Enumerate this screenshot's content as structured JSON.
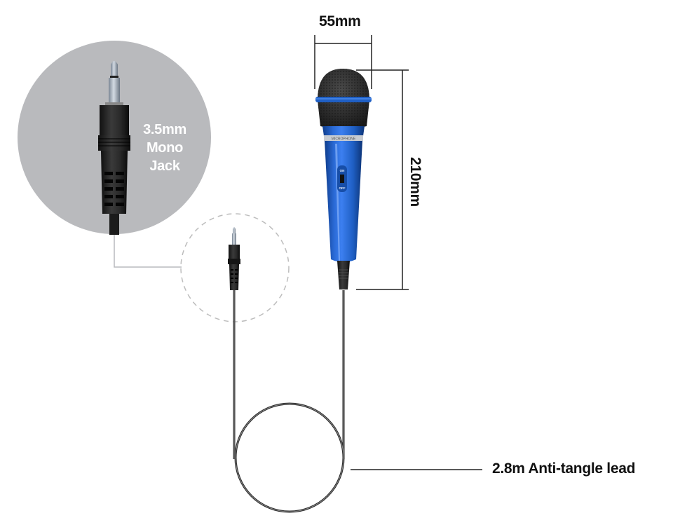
{
  "diagram": {
    "type": "product-dimension-diagram",
    "product": "handheld dynamic microphone with cable",
    "colors": {
      "background": "#ffffff",
      "mic_body": "#1f5fc4",
      "mic_body_dark": "#0f3d8c",
      "grille": "#2b2b2b",
      "callout_circle": "#b9babd",
      "dimension_lines": "#222222",
      "dashed_circle": "#bbbbbb",
      "jack_label_text": "#ffffff",
      "label_text": "#111111"
    },
    "dimensions": {
      "width": {
        "label": "55mm"
      },
      "height": {
        "label": "210mm"
      },
      "lead": {
        "label": "2.8m Anti-tangle lead"
      }
    },
    "callout": {
      "lines": [
        "3.5mm",
        "Mono",
        "Jack"
      ]
    },
    "mic": {
      "band_text": "MICROPHONE",
      "switch_on": "ON",
      "switch_off": "OFF"
    }
  }
}
